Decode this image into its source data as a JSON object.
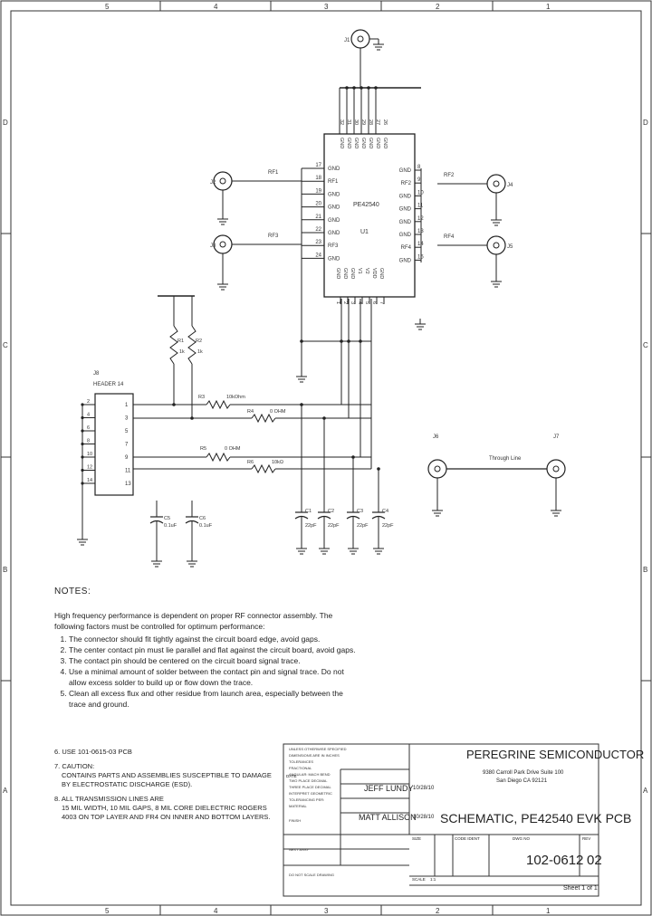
{
  "border": {
    "columns": [
      "5",
      "4",
      "3",
      "2",
      "1"
    ],
    "rows_left": [
      "D",
      "C",
      "B",
      "A"
    ],
    "rows_right": [
      "D",
      "C",
      "B",
      "A"
    ]
  },
  "connectors": {
    "top": "J1",
    "left_upper": "J2",
    "left_lower": "J3",
    "right_upper": "J4",
    "right_lower": "J5",
    "thru_left": "J6",
    "thru_right": "J7"
  },
  "net_labels": {
    "rf1": "RF1",
    "rf2": "RF2",
    "rf3": "RF3",
    "rf4": "RF4",
    "thru": "Through Line"
  },
  "ic": {
    "designator": "U1",
    "part": "PE42540",
    "left_pins": [
      {
        "num": "17",
        "name": "GND"
      },
      {
        "num": "18",
        "name": "RF1"
      },
      {
        "num": "19",
        "name": "GND"
      },
      {
        "num": "20",
        "name": "GND"
      },
      {
        "num": "21",
        "name": "GND"
      },
      {
        "num": "22",
        "name": "GND"
      },
      {
        "num": "23",
        "name": "RF3"
      },
      {
        "num": "24",
        "name": "GND"
      }
    ],
    "right_pins": [
      {
        "num": "8",
        "name": "GND"
      },
      {
        "num": "9",
        "name": "RF2"
      },
      {
        "num": "10",
        "name": "GND"
      },
      {
        "num": "11",
        "name": "GND"
      },
      {
        "num": "12",
        "name": "GND"
      },
      {
        "num": "13",
        "name": "GND"
      },
      {
        "num": "14",
        "name": "RF4"
      },
      {
        "num": "15",
        "name": "GND"
      }
    ],
    "top_pins": [
      "GND",
      "GND",
      "GND",
      "GND",
      "GND",
      "GND",
      "GND"
    ],
    "top_nums": [
      "32",
      "31",
      "30",
      "29",
      "28",
      "27",
      "26"
    ],
    "bottom_pins": [
      "GND",
      "GND",
      "GND",
      "V1",
      "V2",
      "VDD",
      "GND"
    ],
    "bottom_nums": [
      "1",
      "2",
      "3",
      "4",
      "5",
      "6",
      "7"
    ]
  },
  "header": {
    "designator": "J8",
    "part": "HEADER 14",
    "left_pins": [
      "2",
      "4",
      "6",
      "8",
      "10",
      "12",
      "14"
    ],
    "right_pins": [
      "1",
      "3",
      "5",
      "7",
      "9",
      "11",
      "13"
    ]
  },
  "resistors": [
    {
      "ref": "R1",
      "value": "1k"
    },
    {
      "ref": "R2",
      "value": "1k"
    },
    {
      "ref": "R3",
      "value": "10kOhm"
    },
    {
      "ref": "R4",
      "value": "0 OHM"
    },
    {
      "ref": "R5",
      "value": "0 OHM"
    },
    {
      "ref": "R6",
      "value": "10kΩ"
    }
  ],
  "capacitors": [
    {
      "ref": "C1",
      "value": "22pF"
    },
    {
      "ref": "C2",
      "value": "22pF"
    },
    {
      "ref": "C3",
      "value": "22pF"
    },
    {
      "ref": "C4",
      "value": "22pF"
    },
    {
      "ref": "C5",
      "value": "0.1uF"
    },
    {
      "ref": "C6",
      "value": "0.1uF"
    }
  ],
  "notes": {
    "header": "NOTES:",
    "intro": "High frequency performance is dependent on proper RF connector assembly. The following factors must be controlled for optimum performance:",
    "items": [
      "The connector should fit tightly against the circuit board edge, avoid gaps.",
      "The center contact pin must lie parallel and flat against the circuit board, avoid gaps.",
      "The contact pin should be centered on the circuit board signal trace.",
      "Use a minimal amount of solder between the contact pin and signal trace. Do not allow excess solder to build up or flow down the trace.",
      "Clean all excess flux and other residue from launch area, especially between the trace and ground."
    ],
    "note6": "6. USE 101-0615-03 PCB",
    "note7_head": "7. CAUTION:",
    "note7_body": "CONTAINS PARTS AND ASSEMBLIES SUSCEPTIBLE TO DAMAGE BY ELECTROSTATIC DISCHARGE (ESD).",
    "note8_head": "8. ALL TRANSMISSION LINES ARE",
    "note8_body": "15 MIL WIDTH, 10 MIL GAPS, 8 MIL CORE DIELECTRIC ROGERS 4003 ON TOP LAYER AND FR4 ON INNER AND BOTTOM LAYERS."
  },
  "title_block": {
    "company": "PEREGRINE SEMICONDUCTOR",
    "address1": "9380 Carroll Park Drive Suite 100",
    "address2": "San Diego CA 92121",
    "title": "SCHEMATIC, PE42540 EVK PCB",
    "drawn": "JEFF LUNDY",
    "drawn_date": "10/28/10",
    "checked": "MATT ALLISON",
    "checked_date": "10/28/10",
    "doc_number": "102-0612",
    "revision": "02",
    "sheet": "Sheet 1 of 1",
    "size_label": "SIZE",
    "code_label": "CODE IDENT",
    "dwg_label": "DWG NO",
    "rev_label": "REV",
    "date_label": "DATE",
    "scale_label": "SCALE",
    "scale_value": "1:1"
  }
}
